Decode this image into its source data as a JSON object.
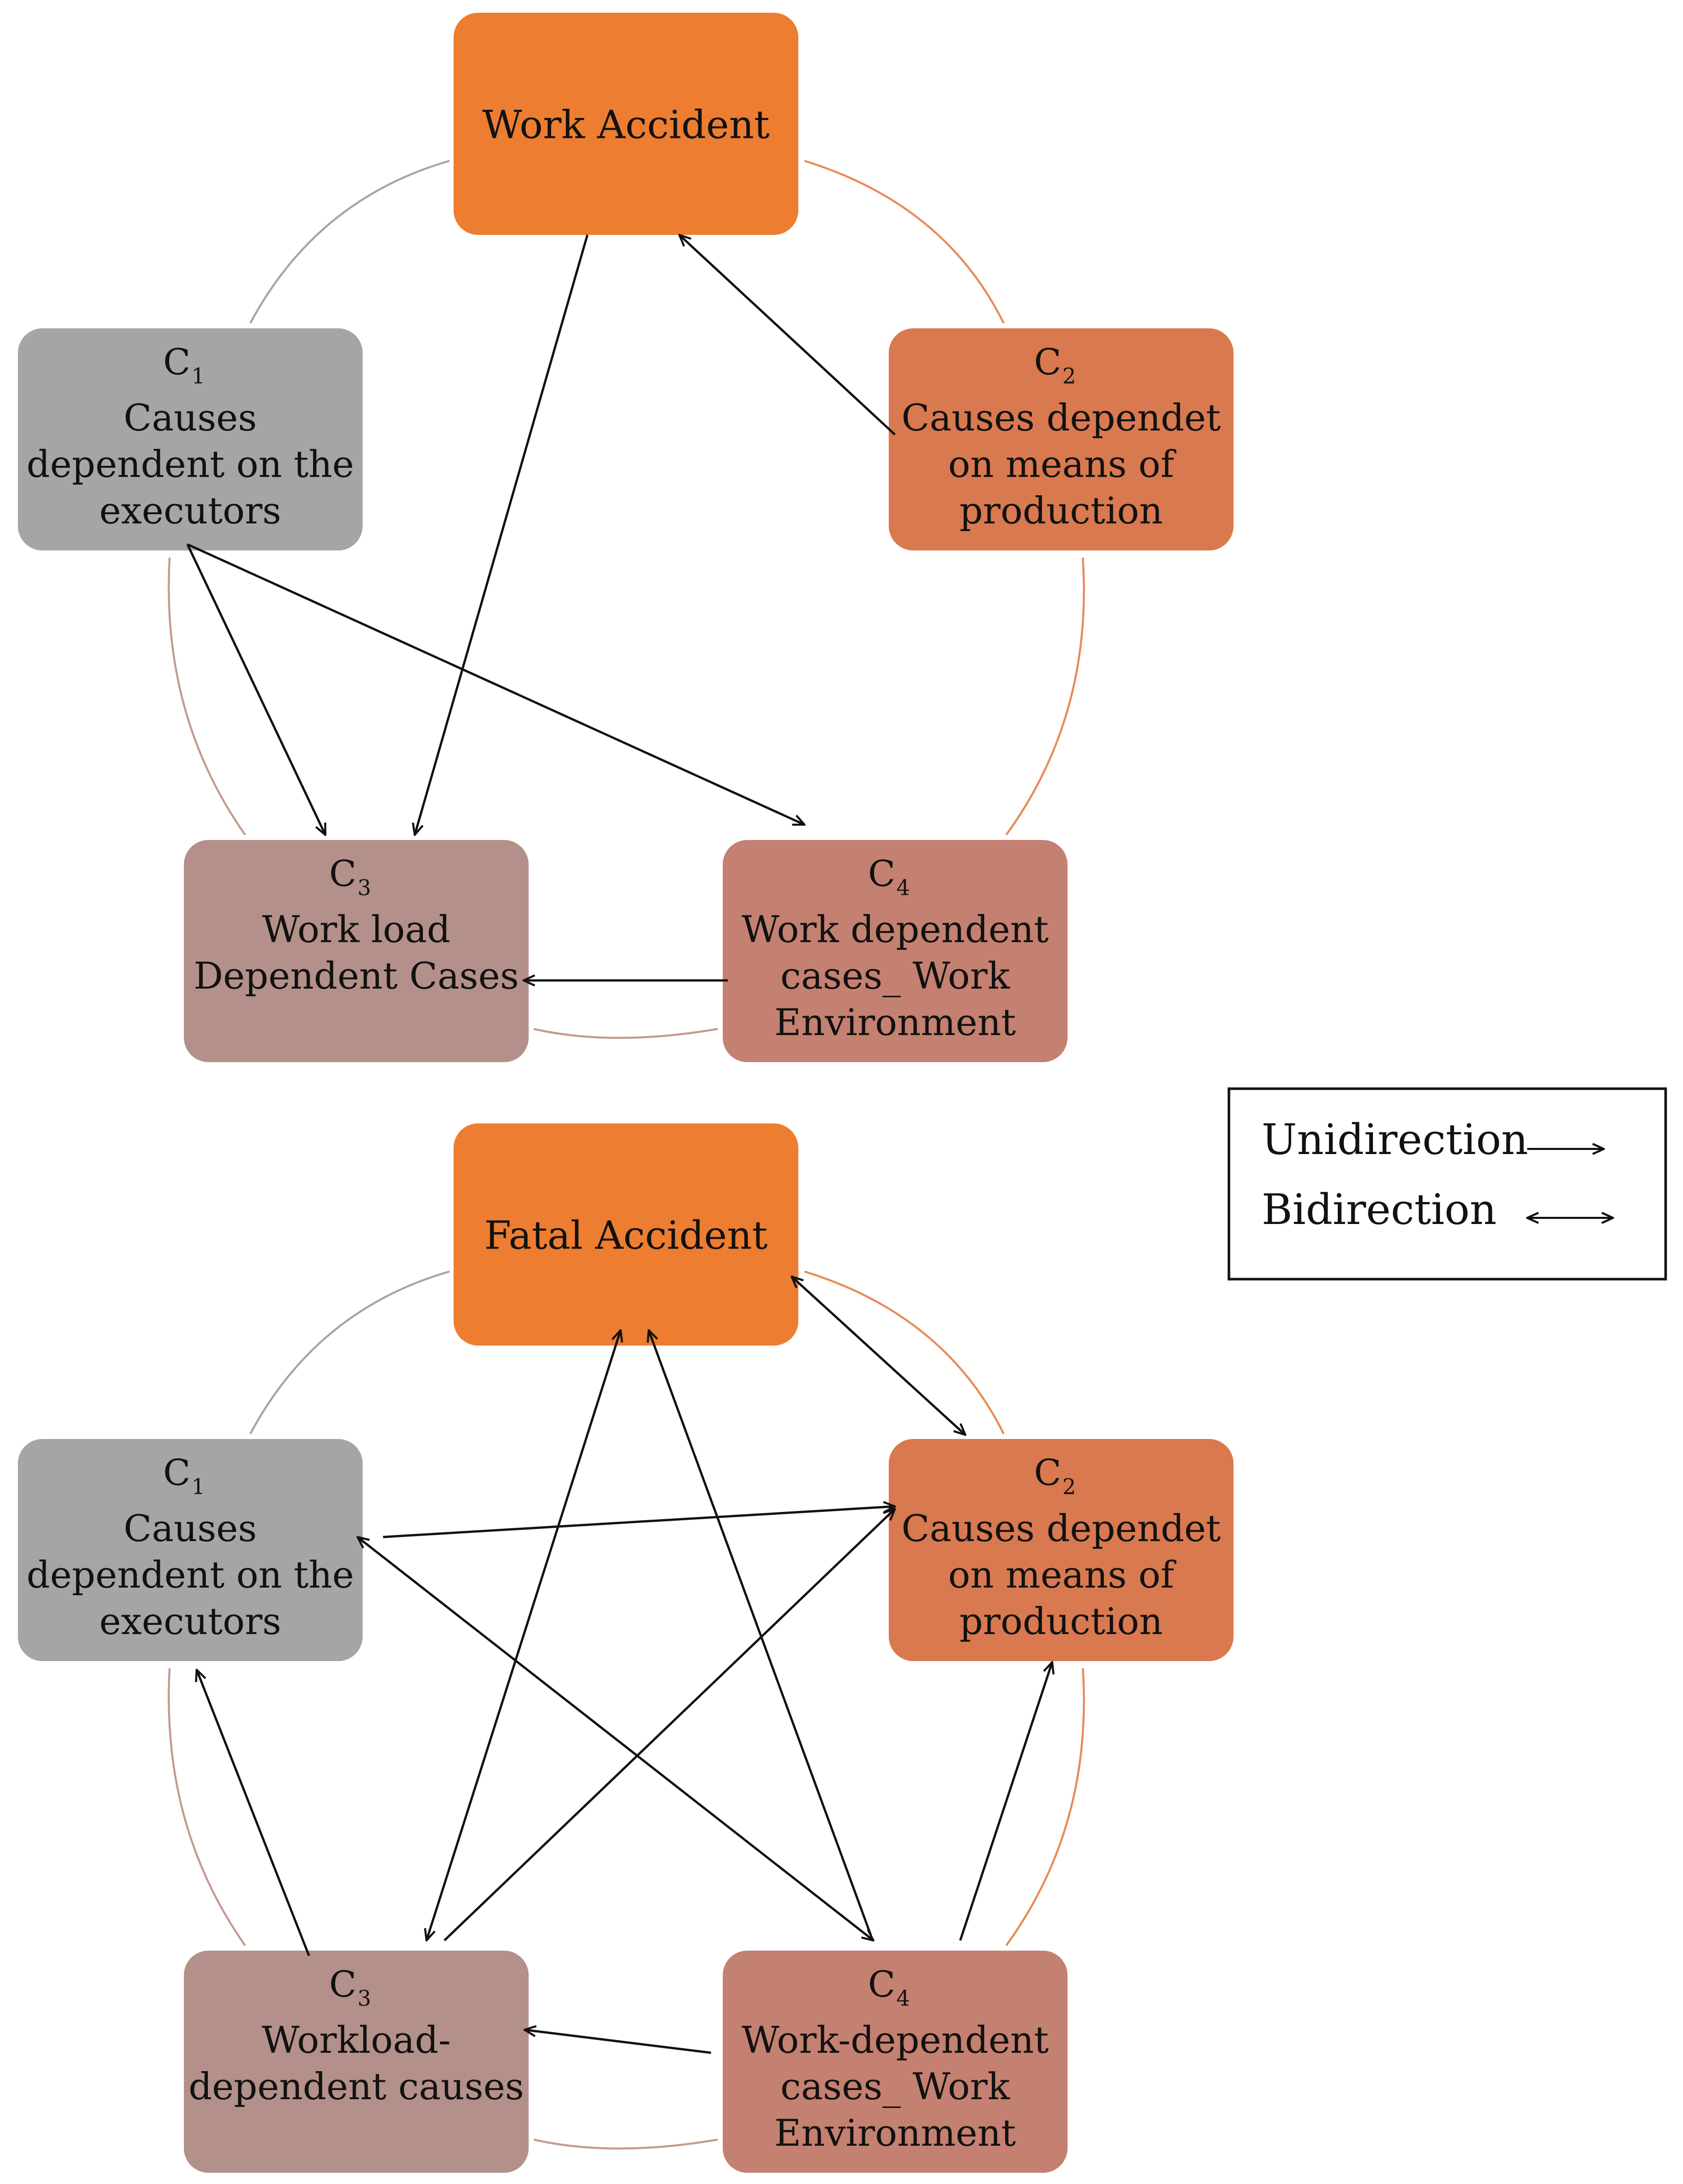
{
  "colors": {
    "accident_orange": "#ED7D31",
    "c1_gray": "#A5A5A5",
    "c2_orange": "#D87950",
    "c3_mauve": "#B39089",
    "c4_salmon": "#C48070",
    "ring_gray": "#A5A5A5",
    "ring_orange": "#E88A55",
    "ring_brown": "#C49A90",
    "arrow": "#111111"
  },
  "diagrams": [
    {
      "title": "Work Accident",
      "nodes": {
        "c1": {
          "label": "C",
          "sub": "1",
          "lines": [
            "Causes",
            "dependent on the",
            "executors"
          ]
        },
        "c2": {
          "label": "C",
          "sub": "2",
          "lines": [
            "Causes dependet",
            "on means of",
            "production"
          ]
        },
        "c3": {
          "label": "C",
          "sub": "3",
          "lines": [
            "Work load",
            "Dependent Cases"
          ]
        },
        "c4": {
          "label": "C",
          "sub": "4",
          "lines": [
            "Work dependent",
            "cases_ Work",
            "Environment"
          ]
        }
      },
      "edges": [
        {
          "from": "top",
          "to": "c3",
          "type": "unidirection"
        },
        {
          "from": "c2",
          "to": "top",
          "type": "unidirection"
        },
        {
          "from": "c1",
          "to": "c3",
          "type": "unidirection"
        },
        {
          "from": "c1",
          "to": "c4",
          "type": "unidirection"
        },
        {
          "from": "c4",
          "to": "c3",
          "type": "unidirection"
        }
      ]
    },
    {
      "title": "Fatal Accident",
      "nodes": {
        "c1": {
          "label": "C",
          "sub": "1",
          "lines": [
            "Causes",
            "dependent on the",
            "executors"
          ]
        },
        "c2": {
          "label": "C",
          "sub": "2",
          "lines": [
            "Causes dependet",
            "on means of",
            "production"
          ]
        },
        "c3": {
          "label": "C",
          "sub": "3",
          "lines": [
            "Workload-",
            "dependent causes"
          ]
        },
        "c4": {
          "label": "C",
          "sub": "4",
          "lines": [
            "Work-dependent",
            "cases_ Work",
            "Environment"
          ]
        }
      },
      "edges": [
        {
          "from": "top",
          "to": "c2",
          "type": "bidirection"
        },
        {
          "from": "c1",
          "to": "c2",
          "type": "unidirection"
        },
        {
          "from": "c1",
          "to": "c4",
          "type": "bidirection"
        },
        {
          "from": "c3",
          "to": "top",
          "type": "bidirection"
        },
        {
          "from": "c4",
          "to": "top",
          "type": "unidirection"
        },
        {
          "from": "c3",
          "to": "c2",
          "type": "unidirection"
        },
        {
          "from": "c3",
          "to": "c1",
          "type": "unidirection"
        },
        {
          "from": "c4",
          "to": "c3",
          "type": "unidirection"
        },
        {
          "from": "c4",
          "to": "c2",
          "type": "unidirection"
        }
      ]
    }
  ],
  "legend": {
    "unidirection": "Unidirection",
    "bidirection": "Bidirection"
  }
}
